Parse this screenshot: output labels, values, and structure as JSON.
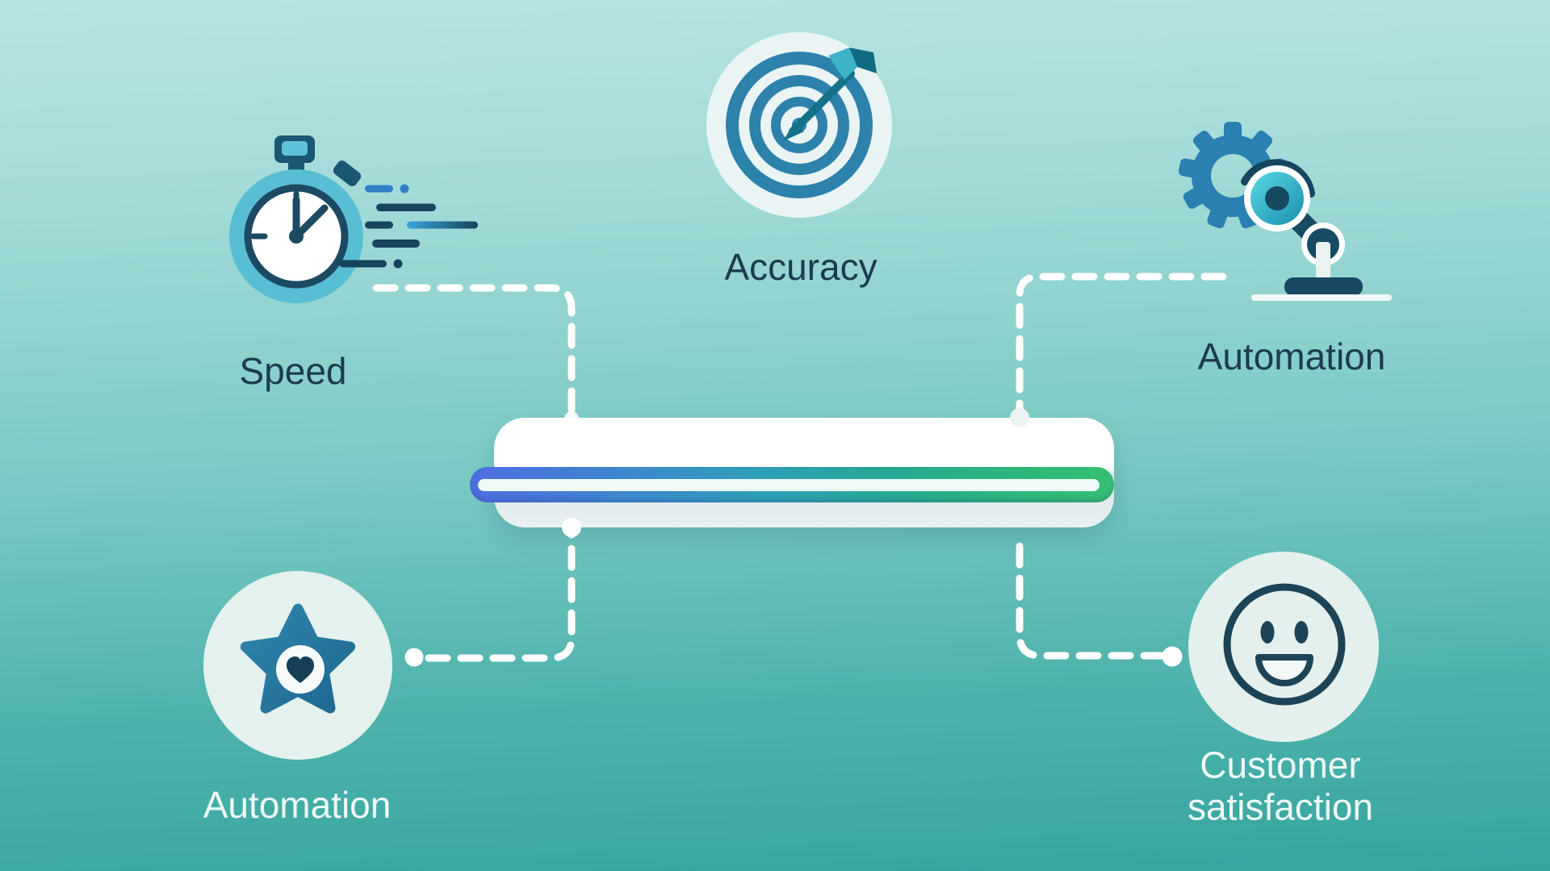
{
  "diagram": {
    "description": "infographic linking five capability nodes to a central progress bar",
    "labels": {
      "speed": "Speed",
      "accuracy": "Accuracy",
      "automation_top": "Automation",
      "automation_bottom": "Automation",
      "customer_satisfaction": "Customer satisfaction"
    },
    "icons": {
      "speed": "stopwatch-icon",
      "accuracy": "target-icon",
      "automation_top": "robot-arm-gear-icon",
      "automation_bottom": "star-heart-icon",
      "customer_satisfaction": "smiley-face-icon"
    },
    "center_element": "progress-pill",
    "palette": {
      "background_top": "#b7e4e2",
      "background_bottom": "#35a59e",
      "label_dark": "#1b3b4e",
      "label_light": "#eefaf8",
      "connector_white": "#ffffff",
      "band_blue": "#4f6ee0",
      "band_teal": "#2f9fb8",
      "band_green": "#2fba75",
      "icon_blue": "#2d82ac",
      "icon_teal": "#58bed4",
      "icon_navy": "#17455d",
      "icon_pale_circle": "#e7f2f1"
    }
  }
}
